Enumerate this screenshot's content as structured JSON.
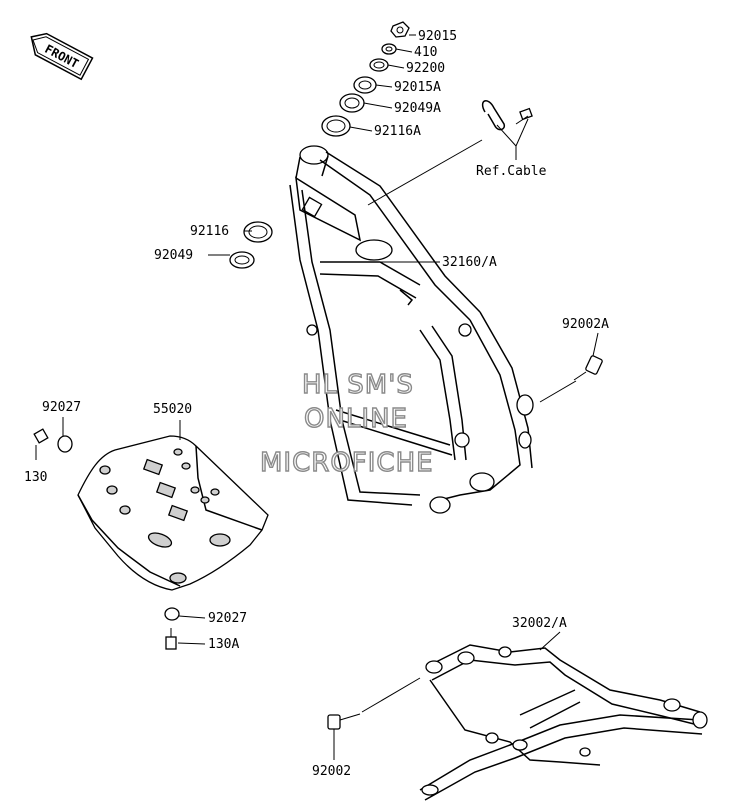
{
  "front_badge": "FRONT",
  "callouts": [
    {
      "id": "92015",
      "text": "92015"
    },
    {
      "id": "410",
      "text": "410"
    },
    {
      "id": "92200",
      "text": "92200"
    },
    {
      "id": "92015A",
      "text": "92015A"
    },
    {
      "id": "92049A",
      "text": "92049A"
    },
    {
      "id": "92116A",
      "text": "92116A"
    },
    {
      "id": "ref-cable",
      "text": "Ref.Cable"
    },
    {
      "id": "92116",
      "text": "92116"
    },
    {
      "id": "92049",
      "text": "92049"
    },
    {
      "id": "32160A",
      "text": "32160/A"
    },
    {
      "id": "92002A",
      "text": "92002A"
    },
    {
      "id": "92027-top",
      "text": "92027"
    },
    {
      "id": "55020",
      "text": "55020"
    },
    {
      "id": "130",
      "text": "130"
    },
    {
      "id": "92027-bottom",
      "text": "92027"
    },
    {
      "id": "130A",
      "text": "130A"
    },
    {
      "id": "32002A",
      "text": "32002/A"
    },
    {
      "id": "92002",
      "text": "92002"
    }
  ],
  "watermark": [
    "HL SM'S",
    "ONLINE",
    "MICROFICHE"
  ]
}
